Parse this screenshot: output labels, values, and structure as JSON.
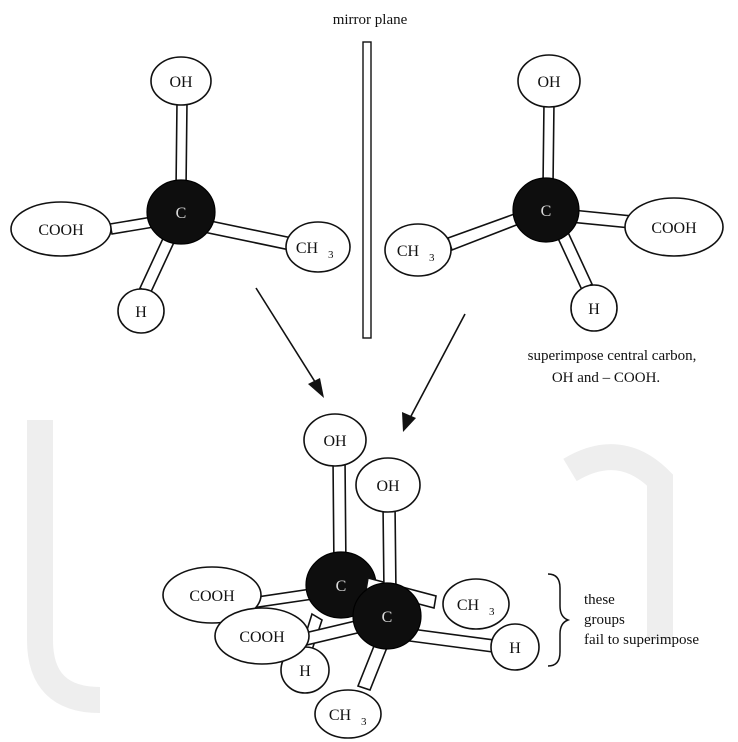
{
  "captions": {
    "mirror_plane": "mirror plane",
    "superimpose_line1": "superimpose central carbon,",
    "superimpose_line2": "OH and – COOH.",
    "note_line1": "these",
    "note_line2": "groups",
    "note_line3": "fail to superimpose"
  },
  "molecule_left": {
    "carbon": "C",
    "oh": "OH",
    "cooh": "COOH",
    "ch3": "CH",
    "ch3_sub": "3",
    "h": "H"
  },
  "molecule_right": {
    "carbon": "C",
    "oh": "OH",
    "cooh": "COOH",
    "ch3": "CH",
    "ch3_sub": "3",
    "h": "H"
  },
  "overlay_back": {
    "carbon": "C",
    "oh": "OH",
    "cooh": "COOH",
    "h": "H",
    "ch3": "CH",
    "ch3_sub": "3"
  },
  "overlay_front": {
    "carbon": "C",
    "oh": "OH",
    "cooh": "COOH",
    "ch3": "CH",
    "ch3_sub": "3",
    "h": "H"
  }
}
